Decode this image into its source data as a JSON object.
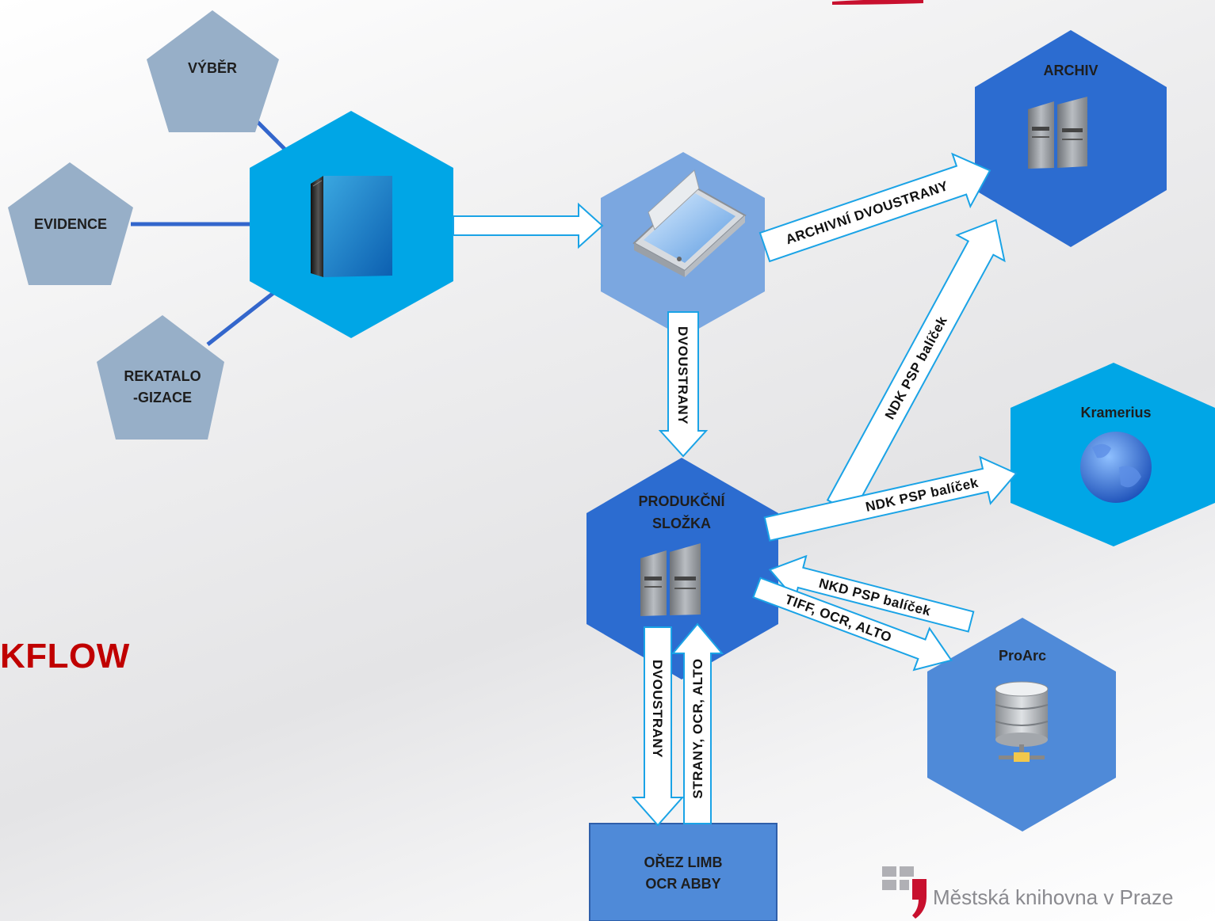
{
  "title_fragment": "KFLOW",
  "logo": {
    "text": "Městská knihovna v Praze"
  },
  "nodes": {
    "vyber": "VÝBĚR",
    "evidence": "EVIDENCE",
    "rekatalogizace_1": "REKATALO",
    "rekatalogizace_2": "-GIZACE",
    "archiv": "ARCHIV",
    "kramerius": "Kramerius",
    "produkcni_1": "PRODUKČNÍ",
    "produkcni_2": "SLOŽKA",
    "proarc": "ProArc",
    "orez_1": "OŘEZ LIMB",
    "orez_2": "OCR ABBY"
  },
  "arrows": {
    "scanner_to_archiv": "ARCHIVNÍ DVOUSTRANY",
    "scanner_to_produkcni": "DVOUSTRANY",
    "produkcni_to_archiv": "NDK PSP balíček",
    "produkcni_to_kramerius": "NDK PSP balíček",
    "proarc_to_produkcni": "NKD PSP balíček",
    "produkcni_to_proarc": "TIFF, OCR, ALTO",
    "produkcni_to_orez": "DVOUSTRANY",
    "orez_to_produkcni": "STRANY, OCR, ALTO"
  },
  "colors": {
    "pentagon": "#97afc8",
    "book_hex": "#00a6e6",
    "scanner_hex": "#7ba7e0",
    "server_hex": "#2c6cd0",
    "kramerius_hex": "#00a6e6",
    "proarc_hex": "#4f8ad8",
    "orez_box": "#4f8ad8",
    "connector": "#3366cc",
    "arrow_outline": "#1aa3e6",
    "title": "#c00000"
  },
  "icons": [
    "book-icon",
    "scanner-icon",
    "server-icon",
    "globe-icon",
    "database-icon"
  ]
}
